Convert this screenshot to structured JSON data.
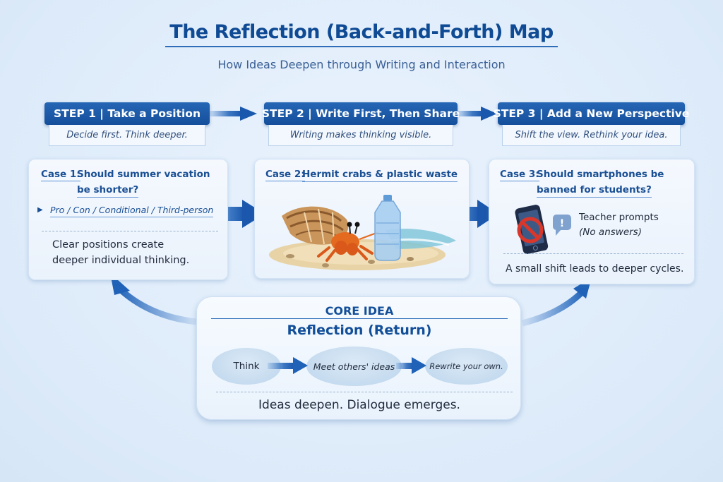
{
  "header": {
    "title": "The Reflection (Back-and-Forth) Map",
    "subtitle": "How Ideas Deepen through Writing and Interaction"
  },
  "steps": [
    {
      "label": "STEP 1 | Take a Position",
      "tagline": "Decide first. Think deeper."
    },
    {
      "label": "STEP 2 | Write First, Then Share",
      "tagline": "Writing makes thinking visible."
    },
    {
      "label": "STEP 3 | Add a New Perspective",
      "tagline": "Shift the view. Rethink your idea."
    }
  ],
  "cases": [
    {
      "label": "Case 1:",
      "question_line1": "Should summer vacation",
      "question_line2": "be shorter?",
      "bullet": "Pro / Con / Conditional / Third-person",
      "takeaway_line1": "Clear positions create",
      "takeaway_line2": "deeper individual thinking."
    },
    {
      "label": "Case 2:",
      "question_line1": "Hermit crabs & plastic waste",
      "illustration": "hermit-crab-beside-plastic-bottle-on-beach"
    },
    {
      "label": "Case 3:",
      "question_line1": "Should smartphones be",
      "question_line2": "banned for students?",
      "icon": "banned-smartphone-icon",
      "prompt_line1": "Teacher prompts",
      "prompt_line2": "(No answers)",
      "takeaway_line1": "A small shift leads to deeper cycles."
    }
  ],
  "core": {
    "heading": "CORE IDEA",
    "title": "Reflection (Return)",
    "flow": [
      "Think",
      "Meet others' ideas",
      "Rewrite your own."
    ],
    "conclusion": "Ideas deepen. Dialogue emerges."
  },
  "colors": {
    "primary": "#1a5aa8",
    "accent_arrow": "#1f66c0",
    "background": "#e2eefb",
    "ban_red": "#d9372b"
  }
}
